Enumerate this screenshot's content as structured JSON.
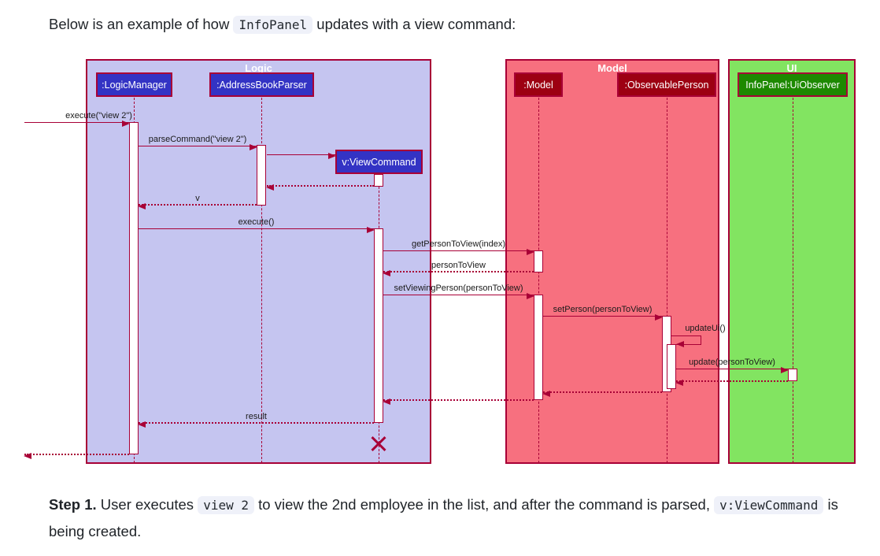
{
  "intro": {
    "before_code": "Below is an example of how ",
    "code": "InfoPanel",
    "after_code": " updates with a view command:"
  },
  "step1": {
    "label": "Step 1.",
    "text_before_code1": " User executes ",
    "code1": "view 2",
    "text_middle": " to view the 2nd employee in the list, and after the command is parsed, ",
    "code2": "v:ViewCommand",
    "text_after": " is being created."
  },
  "diagram": {
    "frames": [
      {
        "title": "Logic"
      },
      {
        "title": "Model"
      },
      {
        "title": "UI"
      }
    ],
    "participants": [
      {
        "label": ":LogicManager",
        "frame": "Logic"
      },
      {
        "label": ":AddressBookParser",
        "frame": "Logic"
      },
      {
        "label": "v:ViewCommand",
        "frame": "Logic",
        "created_during_scenario": true
      },
      {
        "label": ":Model",
        "frame": "Model"
      },
      {
        "label": ":ObservablePerson",
        "frame": "Model"
      },
      {
        "label": "InfoPanel:UiObserver",
        "frame": "UI"
      }
    ],
    "messages": [
      {
        "label": "execute(\"view 2\")",
        "from": "[found]",
        "to": ":LogicManager",
        "type": "call"
      },
      {
        "label": "parseCommand(\"view 2\")",
        "from": ":LogicManager",
        "to": ":AddressBookParser",
        "type": "call"
      },
      {
        "label": "",
        "from": ":AddressBookParser",
        "to": "v:ViewCommand",
        "type": "create"
      },
      {
        "label": "",
        "from": "v:ViewCommand",
        "to": ":AddressBookParser",
        "type": "return"
      },
      {
        "label": "v",
        "from": ":AddressBookParser",
        "to": ":LogicManager",
        "type": "return"
      },
      {
        "label": "execute()",
        "from": ":LogicManager",
        "to": "v:ViewCommand",
        "type": "call"
      },
      {
        "label": "getPersonToView(index)",
        "from": "v:ViewCommand",
        "to": ":Model",
        "type": "call"
      },
      {
        "label": "personToView",
        "from": ":Model",
        "to": "v:ViewCommand",
        "type": "return"
      },
      {
        "label": "setViewingPerson(personToView)",
        "from": "v:ViewCommand",
        "to": ":Model",
        "type": "call"
      },
      {
        "label": "setPerson(personToView)",
        "from": ":Model",
        "to": ":ObservablePerson",
        "type": "call"
      },
      {
        "label": "updateUi()",
        "from": ":ObservablePerson",
        "to": ":ObservablePerson",
        "type": "self"
      },
      {
        "label": "update(personToView)",
        "from": ":ObservablePerson",
        "to": "InfoPanel:UiObserver",
        "type": "call"
      },
      {
        "label": "",
        "from": "InfoPanel:UiObserver",
        "to": ":ObservablePerson",
        "type": "return"
      },
      {
        "label": "",
        "from": ":ObservablePerson",
        "to": ":Model",
        "type": "return"
      },
      {
        "label": "",
        "from": ":Model",
        "to": "v:ViewCommand",
        "type": "return"
      },
      {
        "label": "result",
        "from": "v:ViewCommand",
        "to": ":LogicManager",
        "type": "return"
      },
      {
        "label": "",
        "from": ":LogicManager",
        "to": "[found]",
        "type": "return"
      }
    ],
    "destroyed_participant": "v:ViewCommand"
  },
  "colors": {
    "arrow": "#A80036",
    "text": "#1f2328",
    "logic_frame": "#C5C5F0",
    "logic_participant": "#3333C4",
    "model_frame": "#F7707F",
    "model_participant": "#9D0012",
    "ui_frame": "#82E461",
    "ui_participant": "#1D8900",
    "activation_fill": "#FFFFFF",
    "code_chip_bg": "#EFF1F9"
  }
}
